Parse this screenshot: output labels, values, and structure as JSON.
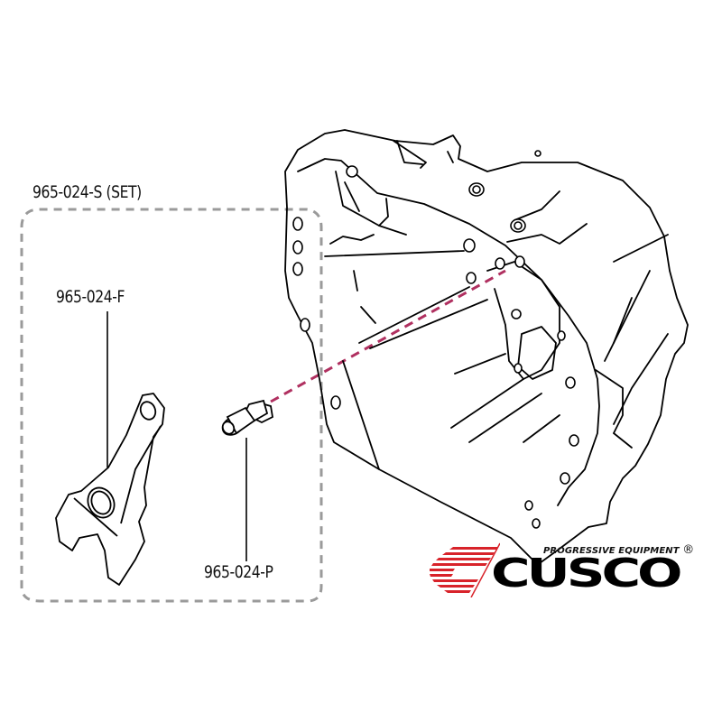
{
  "diagram": {
    "title": "Clutch fork / pivot kit exploded diagram",
    "set_group": {
      "label": "965-024-S (SET)",
      "border_style": "dashed",
      "border_color": "#9a9a9a"
    },
    "parts": [
      {
        "id": "fork",
        "label": "965-024-F",
        "description": "clutch release fork"
      },
      {
        "id": "pivot",
        "label": "965-024-P",
        "description": "pivot ball stud"
      }
    ],
    "assembly_line_color": "#b03060",
    "housing": "transmission bell housing (line art)"
  },
  "brand": {
    "tagline": "PROGRESSIVE EQUIPMENT",
    "registered_mark": "®",
    "name": "CUSCO",
    "accent_color": "#d8232a"
  }
}
